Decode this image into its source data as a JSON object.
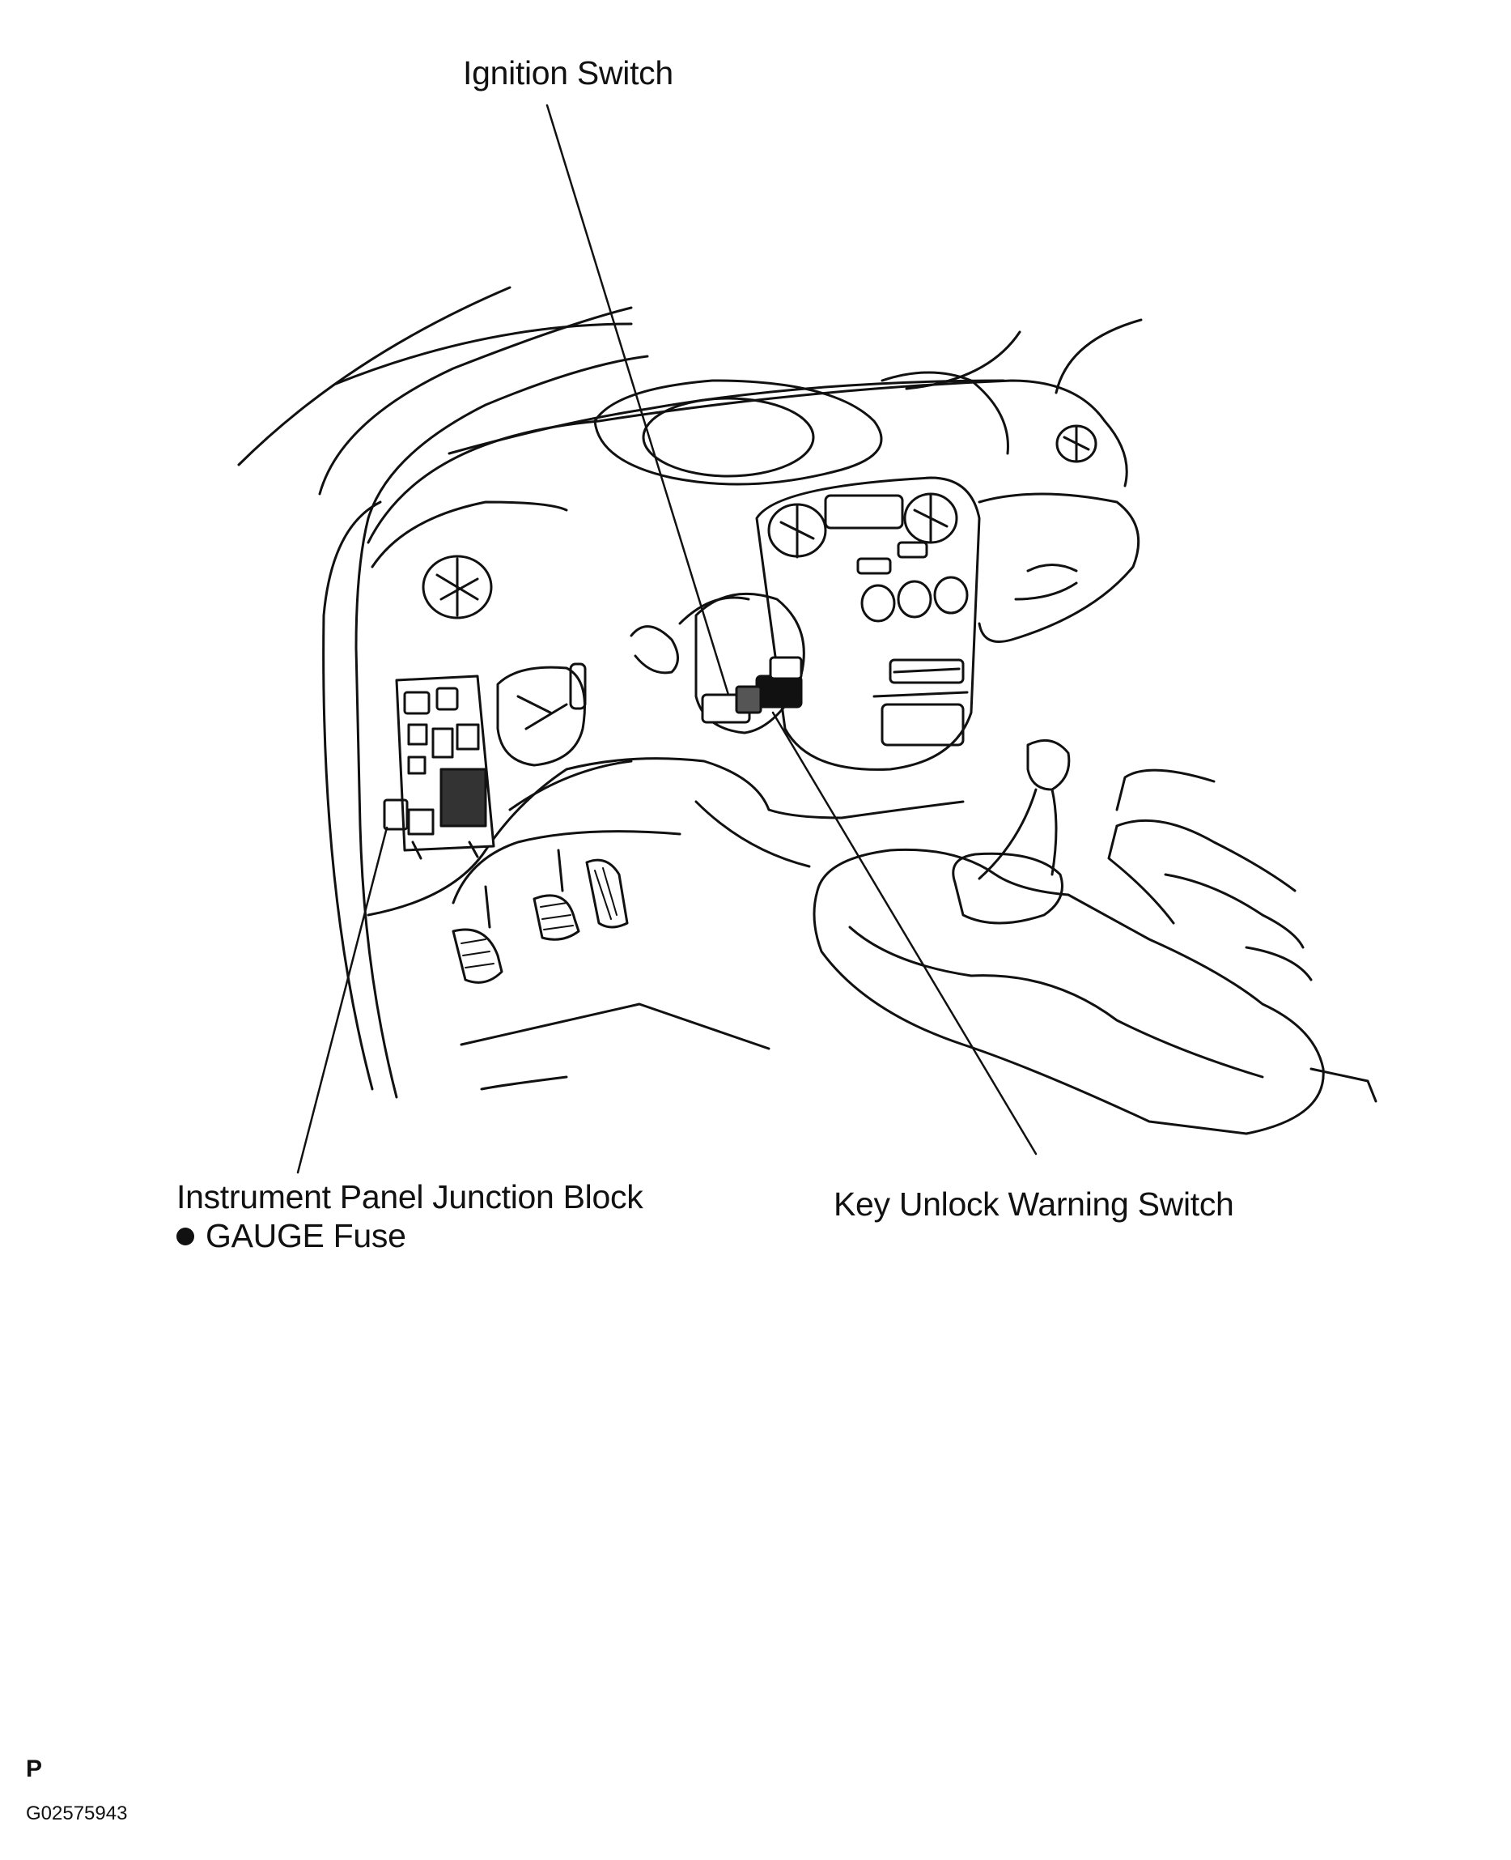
{
  "labels": {
    "ignition_switch": "Ignition Switch",
    "junction_block": "Instrument Panel Junction Block",
    "gauge_fuse": "GAUGE Fuse",
    "key_unlock_warning_switch": "Key Unlock Warning Switch"
  },
  "footer": {
    "code": "P",
    "figure_id": "G02575943"
  },
  "colors": {
    "line": "#111111",
    "background": "#ffffff"
  }
}
